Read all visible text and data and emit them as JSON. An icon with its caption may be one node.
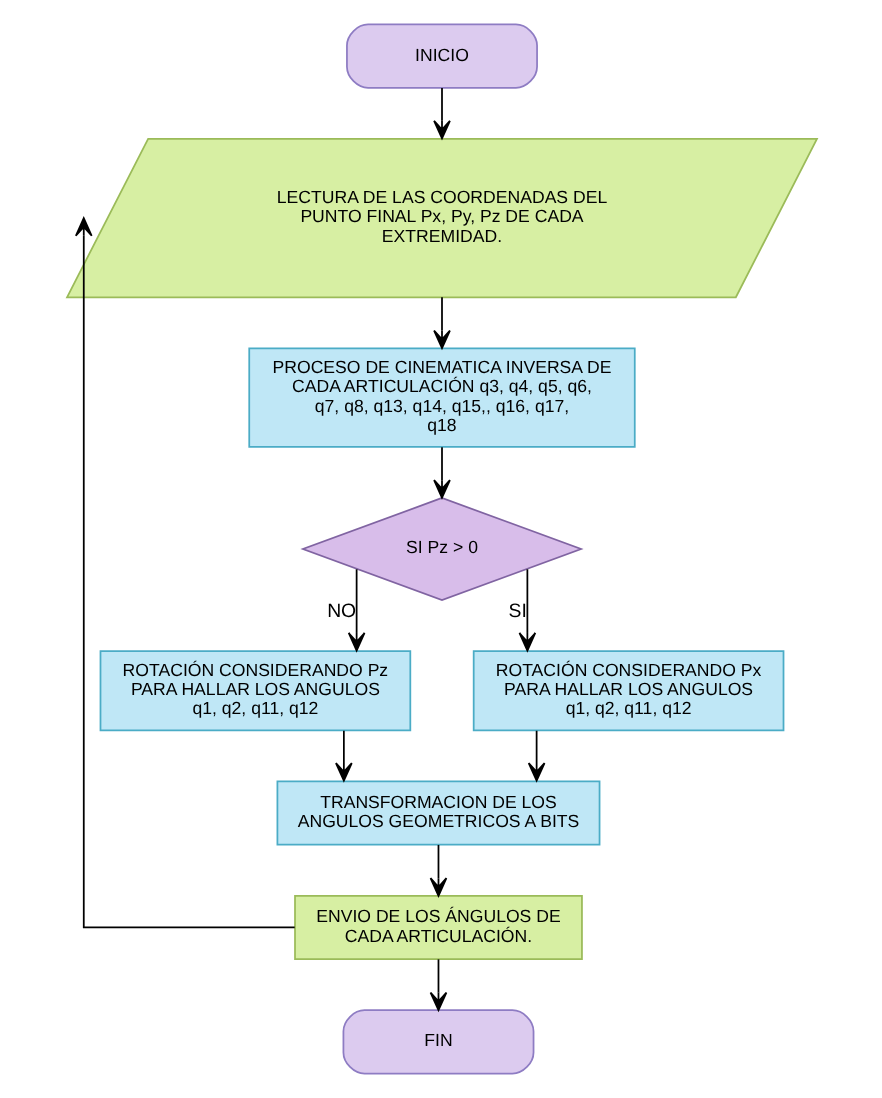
{
  "diagram": {
    "nodes": [
      {
        "text": [
          "INICIO"
        ]
      },
      {
        "text": [
          "LECTURA DE LAS COORDENADAS DEL PUNTO FINAL Px, Py, Pz DE CADA EXTREMIDAD."
        ]
      },
      {
        "text": [
          "PROCESO DE CINEMATICA INVERSA DE CADA ARTICULACIÓN q3, q4, q5, q6, q7, q8, q13, q14, q15,, q16, q17, q18"
        ]
      },
      {
        "text": [
          "SI Pz > 0"
        ]
      },
      {
        "text": [
          "ROTACIÓN CONSIDERANDO Pz PARA HALLAR LOS ANGULOS q1, q2, q11, q12"
        ]
      },
      {
        "text": [
          "ROTACIÓN CONSIDERANDO Px PARA HALLAR LOS ANGULOS q1, q2, q11, q12"
        ]
      },
      {
        "text": [
          "TRANSFORMACION DE LOS ANGULOS GEOMETRICOS A BITS"
        ]
      },
      {
        "text": [
          "ENVIO DE LOS ÁNGULOS DE CADA ARTICULACIÓN."
        ]
      },
      {
        "text": [
          "FIN"
        ]
      }
    ],
    "edges": [
      {
        "from": 0,
        "to": 1,
        "arrow": "to"
      },
      {
        "from": 1,
        "to": 2,
        "arrow": "to"
      },
      {
        "from": 2,
        "to": 3,
        "arrow": "to"
      },
      {
        "from": 3,
        "to": 4,
        "arrow": "to",
        "label": "NO"
      },
      {
        "from": 3,
        "to": 5,
        "arrow": "to",
        "label": "SI"
      },
      {
        "from": 4,
        "to": 6,
        "arrow": "to"
      },
      {
        "from": 5,
        "to": 6,
        "arrow": "to"
      },
      {
        "from": 6,
        "to": 7,
        "arrow": "to"
      },
      {
        "from": 7,
        "to": 8,
        "arrow": "to"
      },
      {
        "from": 7,
        "to": 1,
        "arrow": "to"
      }
    ]
  }
}
